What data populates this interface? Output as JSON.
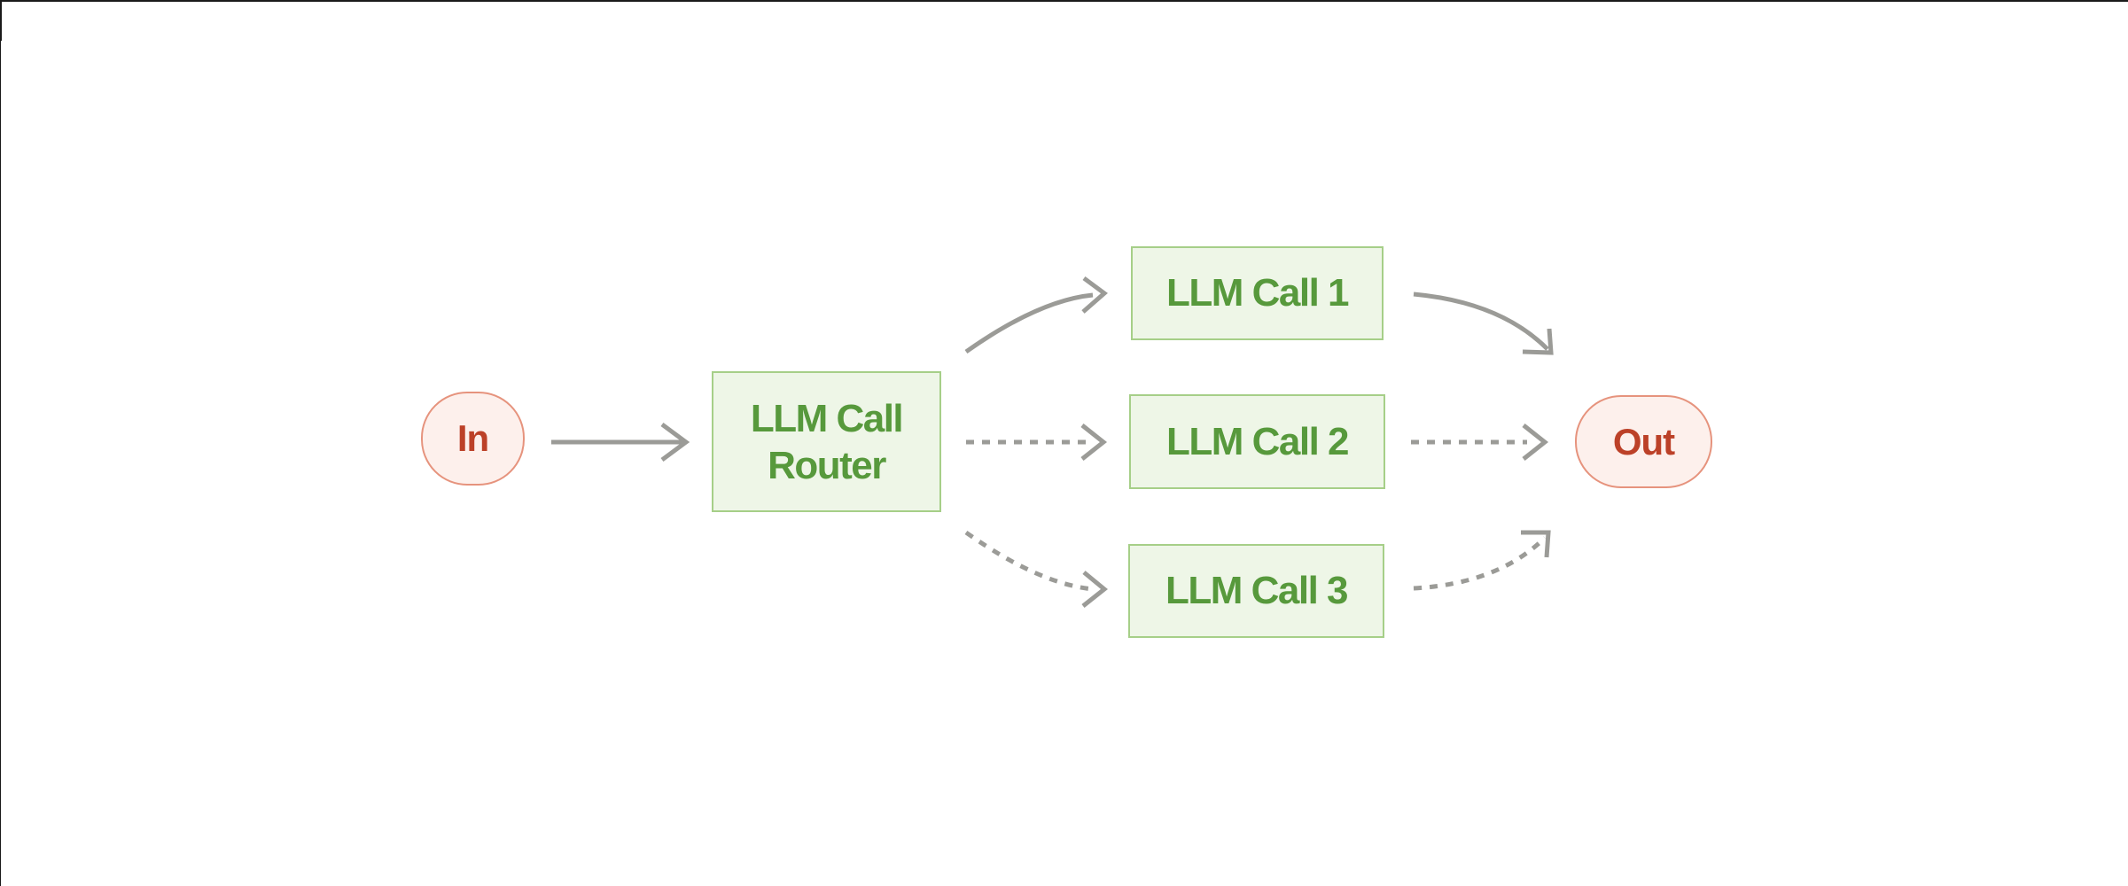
{
  "diagram": {
    "nodes": {
      "in": {
        "label": "In",
        "shape": "pill",
        "role": "input"
      },
      "router": {
        "label_line1": "LLM Call",
        "label_line2": "Router",
        "shape": "rectangle",
        "role": "router"
      },
      "call1": {
        "label": "LLM Call 1",
        "shape": "rectangle",
        "role": "llm-call"
      },
      "call2": {
        "label": "LLM Call 2",
        "shape": "rectangle",
        "role": "llm-call"
      },
      "call3": {
        "label": "LLM Call 3",
        "shape": "rectangle",
        "role": "llm-call"
      },
      "out": {
        "label": "Out",
        "shape": "pill",
        "role": "output"
      }
    },
    "edges": [
      {
        "from": "in",
        "to": "router",
        "style": "solid"
      },
      {
        "from": "router",
        "to": "call1",
        "style": "solid"
      },
      {
        "from": "router",
        "to": "call2",
        "style": "dashed"
      },
      {
        "from": "router",
        "to": "call3",
        "style": "dashed"
      },
      {
        "from": "call1",
        "to": "out",
        "style": "solid"
      },
      {
        "from": "call2",
        "to": "out",
        "style": "dashed"
      },
      {
        "from": "call3",
        "to": "out",
        "style": "dashed"
      }
    ],
    "colors": {
      "background": "#ffffff",
      "terminal_fill": "#fdf0ec",
      "terminal_border": "#e6937d",
      "terminal_text": "#bc4128",
      "process_fill": "#eef6e7",
      "process_border": "#a6cf88",
      "process_text": "#57993c",
      "arrow": "#9b9b97",
      "frame_line": "#1a1a1a"
    }
  }
}
